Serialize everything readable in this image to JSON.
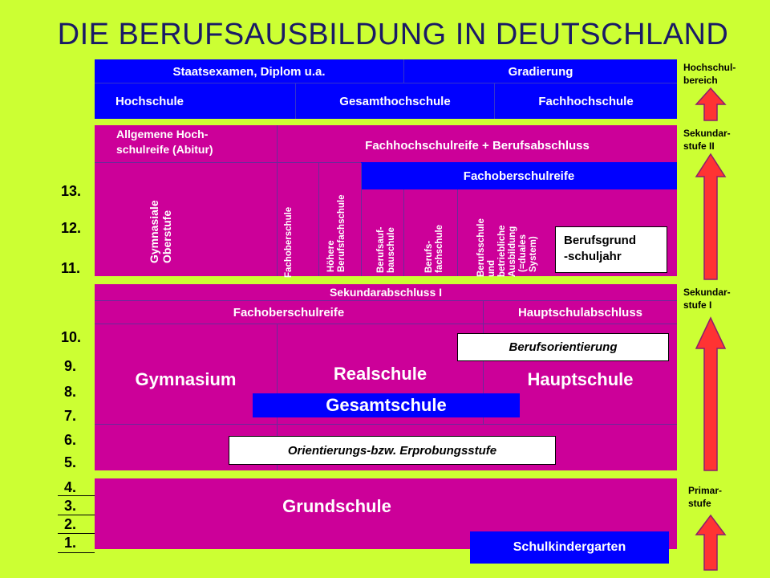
{
  "title": "DIE BERUFSAUSBILDUNG IN DEUTSCHLAND",
  "tertiary": {
    "staatsexamen": "Staatsexamen, Diplom u.a.",
    "gradierung": "Gradierung",
    "hochschule": "Hochschule",
    "gesamthochschule": "Gesamthochschule",
    "fachhochschule": "Fachhochschule"
  },
  "secondary2": {
    "abitur_line1": "Allgemene Hoch-",
    "abitur_line2": "schulreife (Abitur)",
    "fh_reife": "Fachhochschulreife + Berufsabschluss",
    "fachoberschulreife": "Fachoberschulreife",
    "gymnasiale_oberstufe_1": "Gymnasiale",
    "gymnasiale_oberstufe_2": "Oberstufe",
    "fachoberschule": "Fachoberschule",
    "hoehere_bfs_1": "Höhere",
    "hoehere_bfs_2": "Berufsfachschule",
    "berufsaufbau_1": "Berufsauf-",
    "berufsaufbau_2": "bauschule",
    "berufsfach_1": "Berufs-",
    "berufsfach_2": "fachschule",
    "duales_1": "Berufsschule",
    "duales_2": "und",
    "duales_3": "betriebliche",
    "duales_4": "Ausbildung",
    "duales_5": "(=duales",
    "duales_6": "System)",
    "bgj_1": "Berufsgrund",
    "bgj_2": "-schuljahr"
  },
  "secondary1": {
    "sekundarabschluss": "Sekundarabschluss I",
    "fachoberschulreife": "Fachoberschulreife",
    "hauptschulabschluss": "Hauptschulabschluss",
    "berufsorientierung": "Berufsorientierung",
    "gymnasium": "Gymnasium",
    "realschule": "Realschule",
    "hauptschule": "Hauptschule",
    "gesamtschule": "Gesamtschule",
    "orientierungsstufe": "Orientierungs-bzw. Erprobungsstufe"
  },
  "primary": {
    "grundschule": "Grundschule",
    "schulkindergarten": "Schulkindergarten"
  },
  "grades": [
    "13.",
    "12.",
    "11.",
    "10.",
    "9.",
    "8.",
    "7.",
    "6.",
    "5.",
    "4.",
    "3.",
    "2.",
    "1."
  ],
  "levels": {
    "hochschul_1": "Hochschul-",
    "hochschul_2": "bereich",
    "sek2_1": "Sekundar-",
    "sek2_2": "stufe II",
    "sek1_1": "Sekundar-",
    "sek1_2": "stufe I",
    "primar_1": "Primar-",
    "primar_2": "stufe"
  },
  "colors": {
    "background": "#ccff33",
    "magenta": "#cc0099",
    "blue": "#0000ff",
    "arrow": "#ff3333",
    "title": "#1a1a66"
  }
}
